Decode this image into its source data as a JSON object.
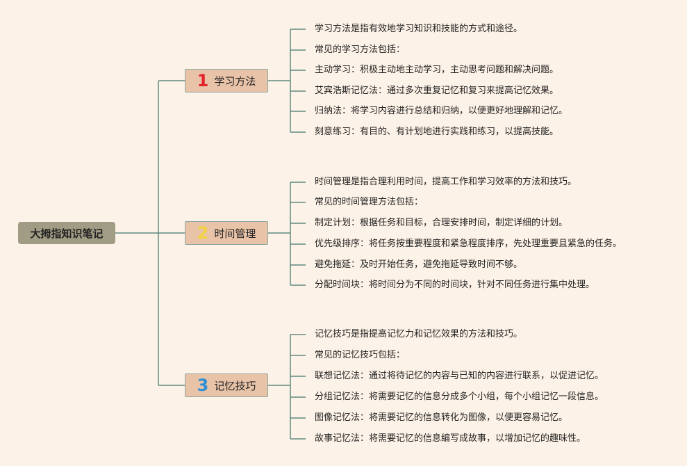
{
  "root": {
    "label": "大拇指知识笔记"
  },
  "colors": {
    "line": "#5f8a80",
    "num1": "#e2232a",
    "num2": "#f3d344",
    "num3": "#2e8fd4"
  },
  "branches": [
    {
      "num": "1",
      "label": "学习方法",
      "items": [
        "学习方法是指有效地学习知识和技能的方式和途径。",
        "常见的学习方法包括：",
        "主动学习：积极主动地主动学习，主动思考问题和解决问题。",
        "艾宾浩斯记忆法：通过多次重复记忆和复习来提高记忆效果。",
        "归纳法：将学习内容进行总结和归纳，以便更好地理解和记忆。",
        "刻意练习：有目的、有计划地进行实践和练习，以提高技能。"
      ]
    },
    {
      "num": "2",
      "label": "时间管理",
      "items": [
        "时间管理是指合理利用时间，提高工作和学习效率的方法和技巧。",
        "常见的时间管理方法包括：",
        "制定计划：根据任务和目标，合理安排时间，制定详细的计划。",
        "优先级排序：将任务按重要程度和紧急程度排序，先处理重要且紧急的任务。",
        "避免拖延：及时开始任务，避免拖延导致时间不够。",
        "分配时间块：将时间分为不同的时间块，针对不同任务进行集中处理。"
      ]
    },
    {
      "num": "3",
      "label": "记忆技巧",
      "items": [
        "记忆技巧是指提高记忆力和记忆效果的方法和技巧。",
        "常见的记忆技巧包括：",
        "联想记忆法：通过将待记忆的内容与已知的内容进行联系，以促进记忆。",
        "分组记忆法：将需要记忆的信息分成多个小组，每个小组记忆一段信息。",
        "图像记忆法：将需要记忆的信息转化为图像，以便更容易记忆。",
        "故事记忆法：将需要记忆的信息编写成故事，以增加记忆的趣味性。"
      ]
    }
  ]
}
